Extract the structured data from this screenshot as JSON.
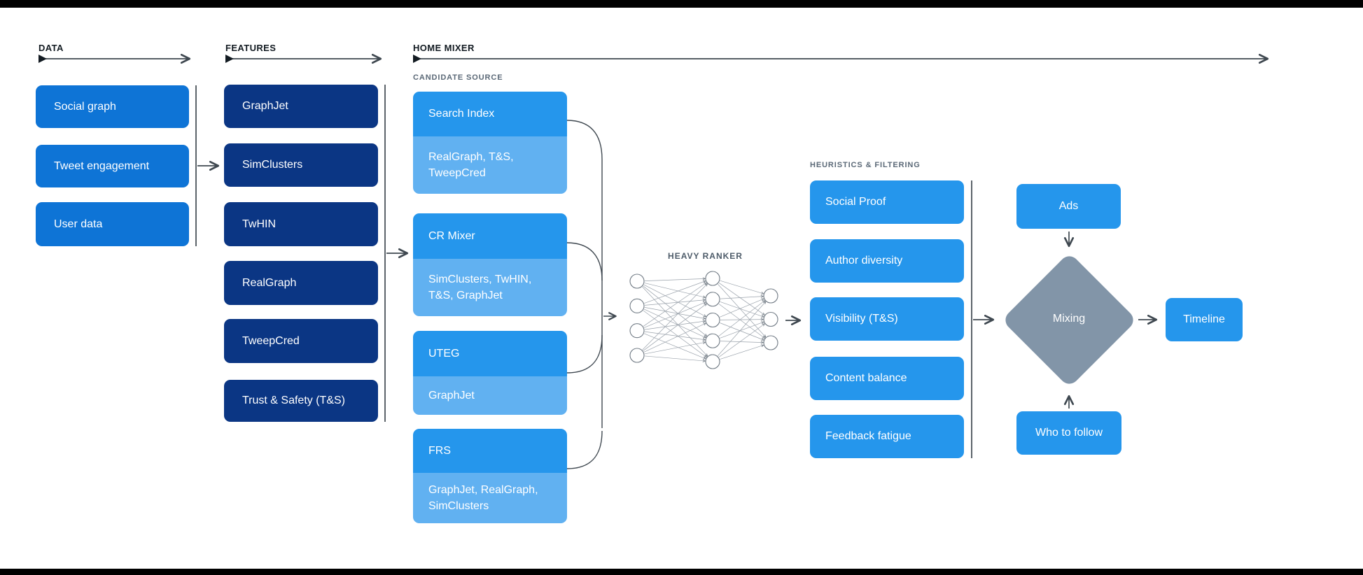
{
  "labels": {
    "data": "DATA",
    "features": "FEATURES",
    "home_mixer": "HOME MIXER",
    "candidate_source": "CANDIDATE SOURCE",
    "heavy_ranker": "HEAVY RANKER",
    "heuristics": "HEURISTICS & FILTERING"
  },
  "data_sources": [
    "Social graph",
    "Tweet engagement",
    "User data"
  ],
  "features": [
    "GraphJet",
    "SimClusters",
    "TwHIN",
    "RealGraph",
    "TweepCred",
    "Trust & Safety (T&S)"
  ],
  "candidate_sources": [
    {
      "title": "Search Index",
      "uses": "RealGraph, T&S, TweepCred"
    },
    {
      "title": "CR Mixer",
      "uses": "SimClusters, TwHIN, T&S, GraphJet"
    },
    {
      "title": "UTEG",
      "uses": "GraphJet"
    },
    {
      "title": "FRS",
      "uses": "GraphJet, RealGraph, SimClusters"
    }
  ],
  "heavy_ranker": {
    "layers": [
      4,
      5,
      3
    ]
  },
  "heuristics": [
    "Social Proof",
    "Author diversity",
    "Visibility (T&S)",
    "Content balance",
    "Feedback fatigue"
  ],
  "mixing": {
    "label": "Mixing",
    "ads": "Ads",
    "who_to_follow": "Who to follow",
    "timeline": "Timeline"
  },
  "colors": {
    "medium_blue": "#0E74D6",
    "navy": "#0B3684",
    "bright_blue": "#2596EC",
    "light_blue": "#61B1F1",
    "diamond_gray": "#8295A8",
    "line": "#3F4850",
    "background": "#FFFFFF",
    "letterbox": "#000000"
  }
}
